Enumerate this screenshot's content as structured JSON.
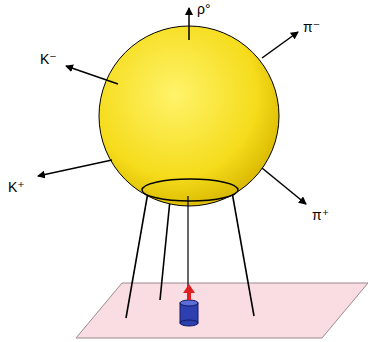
{
  "diagram": {
    "labels": [
      "ρ°",
      "π⁻",
      "K⁻",
      "K⁺",
      "π⁺"
    ]
  }
}
